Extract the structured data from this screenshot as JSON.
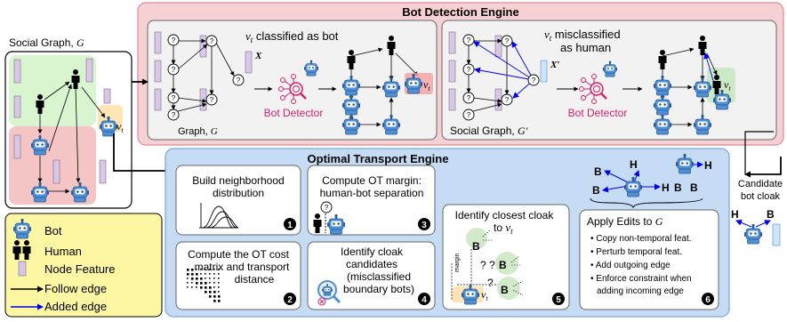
{
  "social_graph": {
    "title": "Social Graph, ",
    "title_var": "G",
    "target": "v",
    "target_sub": "t"
  },
  "bde": {
    "title": "Bot Detection Engine",
    "left": {
      "caption_pre": "v",
      "caption_sub": "t",
      "caption_post": " classified as bot",
      "feature": "X",
      "detector": "Bot Detector",
      "graph_label": "Graph, ",
      "graph_var": "G",
      "target": "v",
      "target_sub": "t"
    },
    "right": {
      "caption_pre": "v",
      "caption_sub": "t",
      "caption_post": " misclassified",
      "caption_line2": "as human",
      "feature": "X′",
      "detector": "Bot Detector",
      "graph_label": "Social Graph, ",
      "graph_var": "G′",
      "target": "v",
      "target_sub": "t"
    }
  },
  "ote": {
    "title": "Optimal Transport Engine",
    "box1": {
      "line1": "Build neighborhood",
      "line2": "distribution",
      "num": "1"
    },
    "box2": {
      "line1": "Compute the OT cost",
      "line2": "matrix and transport",
      "line3": "distance",
      "num": "2"
    },
    "box3": {
      "line1": "Compute OT margin:",
      "line2": "human-bot separation",
      "num": "3"
    },
    "box4": {
      "line1": "Identify cloak",
      "line2": "candidates",
      "line3": "(misclassified",
      "line4": "boundary bots)",
      "num": "4"
    },
    "box5": {
      "line1": "Identify closest cloak",
      "line2": "to ",
      "var": "v",
      "sub": "t",
      "margin": "margin",
      "num": "5",
      "B": "B",
      "q": "?"
    },
    "box6": {
      "title": "Apply Edits to ",
      "title_var": "G",
      "items": [
        "Copy non-temporal feat.",
        "Perturb temporal feat.",
        "Add outgoing edge",
        "Enforce constraint when",
        "adding incoming edge"
      ],
      "num": "6"
    },
    "edit_labels": {
      "B": "B",
      "H": "H"
    }
  },
  "candidate": {
    "line1": "Candidate",
    "line2": "bot cloak",
    "H": "H",
    "B": "B"
  },
  "legend": {
    "bot": "Bot",
    "human": "Human",
    "node_feature": "Node Feature",
    "follow_edge": "Follow edge",
    "added_edge": "Added edge"
  },
  "colors": {
    "bde_fill": "#f7d0d4",
    "bde_stroke": "#d98c94",
    "ote_fill": "#c6dcf5",
    "ote_stroke": "#7ea4d4",
    "legend_fill": "#fdf7a3",
    "bot": "#4e8fd6",
    "feature": "#d8c8e6",
    "added_edge": "#0000ee",
    "detector": "#d6226b"
  }
}
